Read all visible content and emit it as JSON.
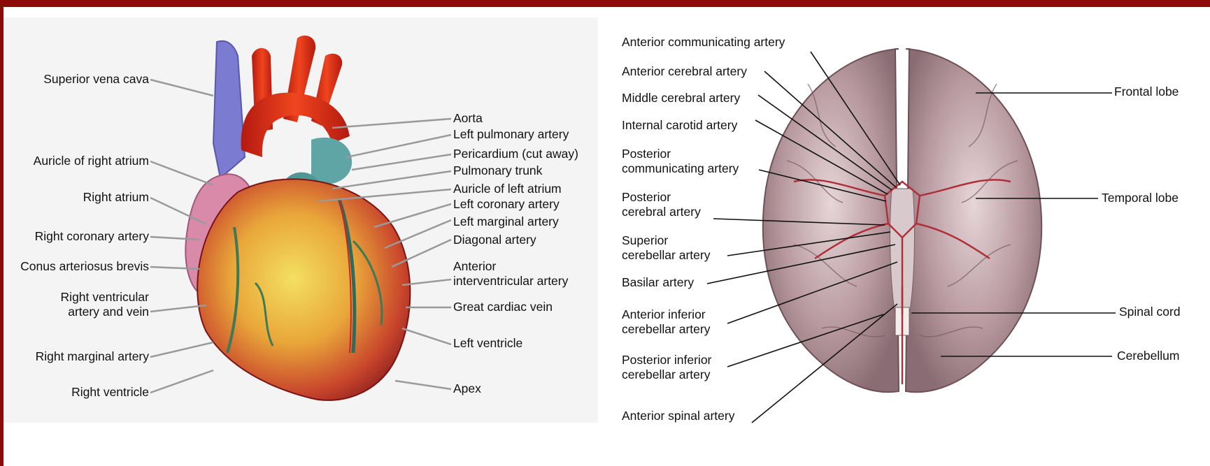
{
  "heart": {
    "left_labels": [
      "Superior vena cava",
      "Auricle of right atrium",
      "Right atrium",
      "Right coronary artery",
      "Conus arteriosus brevis",
      "Right ventricular\nartery and vein",
      "Right marginal artery",
      "Right ventricle"
    ],
    "right_labels": [
      "Aorta",
      "Left pulmonary artery",
      "Pericardium (cut away)",
      "Pulmonary trunk",
      "Auricle of left atrium",
      "Left coronary artery",
      "Left marginal artery",
      "Diagonal artery",
      "Anterior\ninterventricular artery",
      "Great cardiac vein",
      "Left ventricle",
      "Apex"
    ],
    "colors": {
      "vena_cava": "#7b7bd2",
      "aorta": "#d92a1a",
      "pulmonary": "#5fa5a5",
      "ventricle": "#e8b44a",
      "right_atrium": "#d88aa8"
    }
  },
  "brain": {
    "left_labels": [
      "Anterior communicating artery",
      "Anterior cerebral artery",
      "Middle cerebral artery",
      "Internal carotid artery",
      "Posterior\ncommunicating artery",
      "Posterior\ncerebral artery",
      "Superior\ncerebellar artery",
      "Basilar artery",
      "Anterior inferior\ncerebellar artery",
      "Posterior inferior\ncerebellar artery",
      "Anterior spinal artery"
    ],
    "right_labels": [
      "Frontal lobe",
      "Temporal lobe",
      "Spinal cord",
      "Cerebellum"
    ],
    "colors": {
      "tissue": "#b89aa0",
      "artery": "#b0303a"
    }
  }
}
